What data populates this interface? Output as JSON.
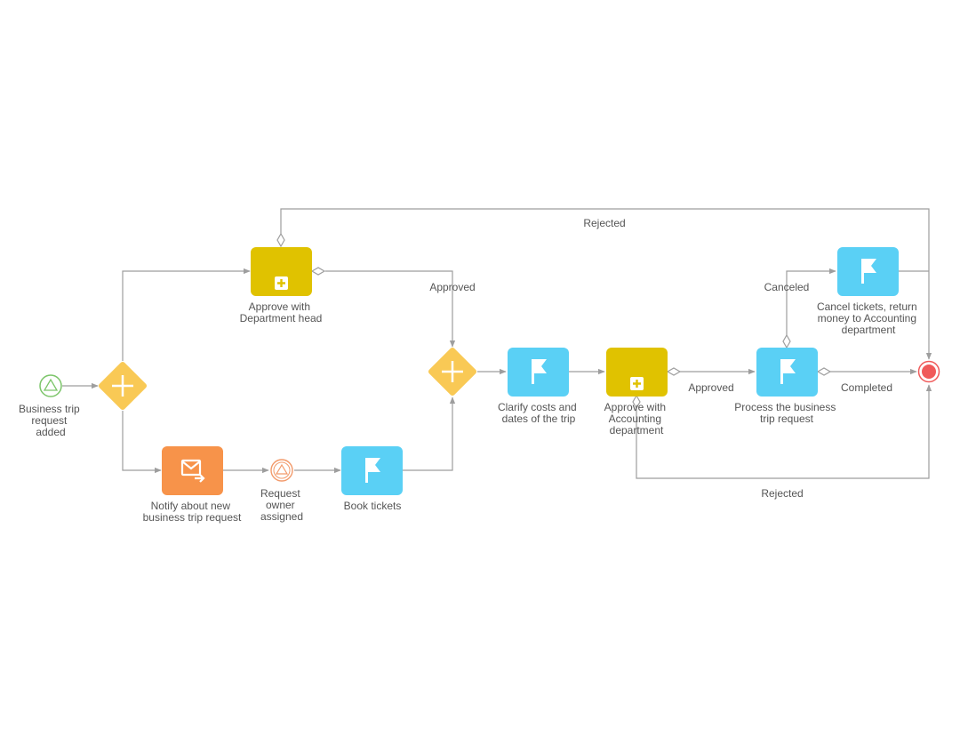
{
  "colors": {
    "connector": "#9e9e9e",
    "label": "#555555",
    "user_task": "#5ad0f5",
    "subprocess": "#e0c200",
    "send_task": "#f7934a",
    "gateway": "#f9c955",
    "start_event": "#7cc56a",
    "intermediate_event": "#f29a6b",
    "end_event": "#f05a5a"
  },
  "start_event": {
    "label": [
      "Business trip",
      "request",
      "added"
    ],
    "icon": "triangle-signal-icon"
  },
  "fork_gateway": {
    "icon": "parallel-plus-icon"
  },
  "join_gateway": {
    "icon": "parallel-plus-icon"
  },
  "approve_dept_head": {
    "label": [
      "Approve with",
      "Department head"
    ],
    "icon": "subprocess-plus-icon"
  },
  "notify_task": {
    "label": [
      "Notify about new",
      "business trip request"
    ],
    "icon": "send-mail-icon"
  },
  "owner_event": {
    "label": [
      "Request",
      "owner",
      "assigned"
    ],
    "icon": "triangle-signal-icon"
  },
  "book_tickets": {
    "label": [
      "Book tickets"
    ],
    "icon": "flag-icon"
  },
  "clarify_costs": {
    "label": [
      "Clarify costs and",
      "dates of the trip"
    ],
    "icon": "flag-icon"
  },
  "approve_accounting": {
    "label": [
      "Approve with",
      "Accounting",
      "department"
    ],
    "icon": "subprocess-plus-icon"
  },
  "process_request": {
    "label": [
      "Process the business",
      "trip request"
    ],
    "icon": "flag-icon"
  },
  "cancel_tickets": {
    "label": [
      "Cancel tickets, return",
      "money to Accounting",
      "department"
    ],
    "icon": "flag-icon"
  },
  "end_event": {
    "icon": "end-circle-icon"
  },
  "flows": {
    "rejected_top": "Rejected",
    "approved_head": "Approved",
    "approved_accounting": "Approved",
    "canceled": "Canceled",
    "completed": "Completed",
    "rejected_bottom": "Rejected"
  }
}
